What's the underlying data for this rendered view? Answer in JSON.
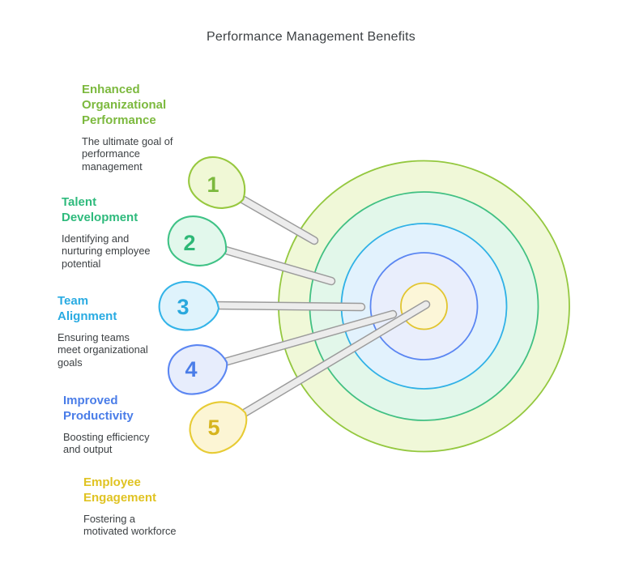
{
  "title": "Performance Management Benefits",
  "items": [
    {
      "number": "1",
      "heading": "Enhanced\nOrganizational\nPerformance",
      "description": "The ultimate goal of\nperformance\nmanagement",
      "accent": "#7cb93e",
      "pin_fill": "#f0f8d6",
      "pin_stroke": "#97c83f",
      "number_color": "#7cb93e"
    },
    {
      "number": "2",
      "heading": "Talent\nDevelopment",
      "description": "Identifying and\nnurturing employee\npotential",
      "accent": "#2eba7c",
      "pin_fill": "#e2f8ec",
      "pin_stroke": "#3fc286",
      "number_color": "#2eb877"
    },
    {
      "number": "3",
      "heading": "Team\nAlignment",
      "description": "Ensuring teams\nmeet organizational\ngoals",
      "accent": "#29abe2",
      "pin_fill": "#dff3fc",
      "pin_stroke": "#33b4e8",
      "number_color": "#29a8dd"
    },
    {
      "number": "4",
      "heading": "Improved\nProductivity",
      "description": "Boosting efficiency\nand output",
      "accent": "#4a7de8",
      "pin_fill": "#e7edfc",
      "pin_stroke": "#5b86f2",
      "number_color": "#4a7de8"
    },
    {
      "number": "5",
      "heading": "Employee\nEngagement",
      "description": "Fostering a\nmotivated workforce",
      "accent": "#e0c322",
      "pin_fill": "#fcf5d4",
      "pin_stroke": "#e7cb34",
      "number_color": "#d6b41e"
    }
  ],
  "target": {
    "rings": [
      {
        "radius": 179.5,
        "fill": "#f0f8d8",
        "stroke": "#94c83f"
      },
      {
        "radius": 141,
        "fill": "#e2f7ea",
        "stroke": "#41c083"
      },
      {
        "radius": 102,
        "fill": "#e2f2fd",
        "stroke": "#30b1e6"
      },
      {
        "radius": 66,
        "fill": "#e9eefc",
        "stroke": "#5b86f2"
      },
      {
        "radius": 28.5,
        "fill": "#fcf6d8",
        "stroke": "#e2c52f"
      }
    ]
  },
  "stick_colors": {
    "outline": "#9b9b9b",
    "fill": "#ececec"
  }
}
